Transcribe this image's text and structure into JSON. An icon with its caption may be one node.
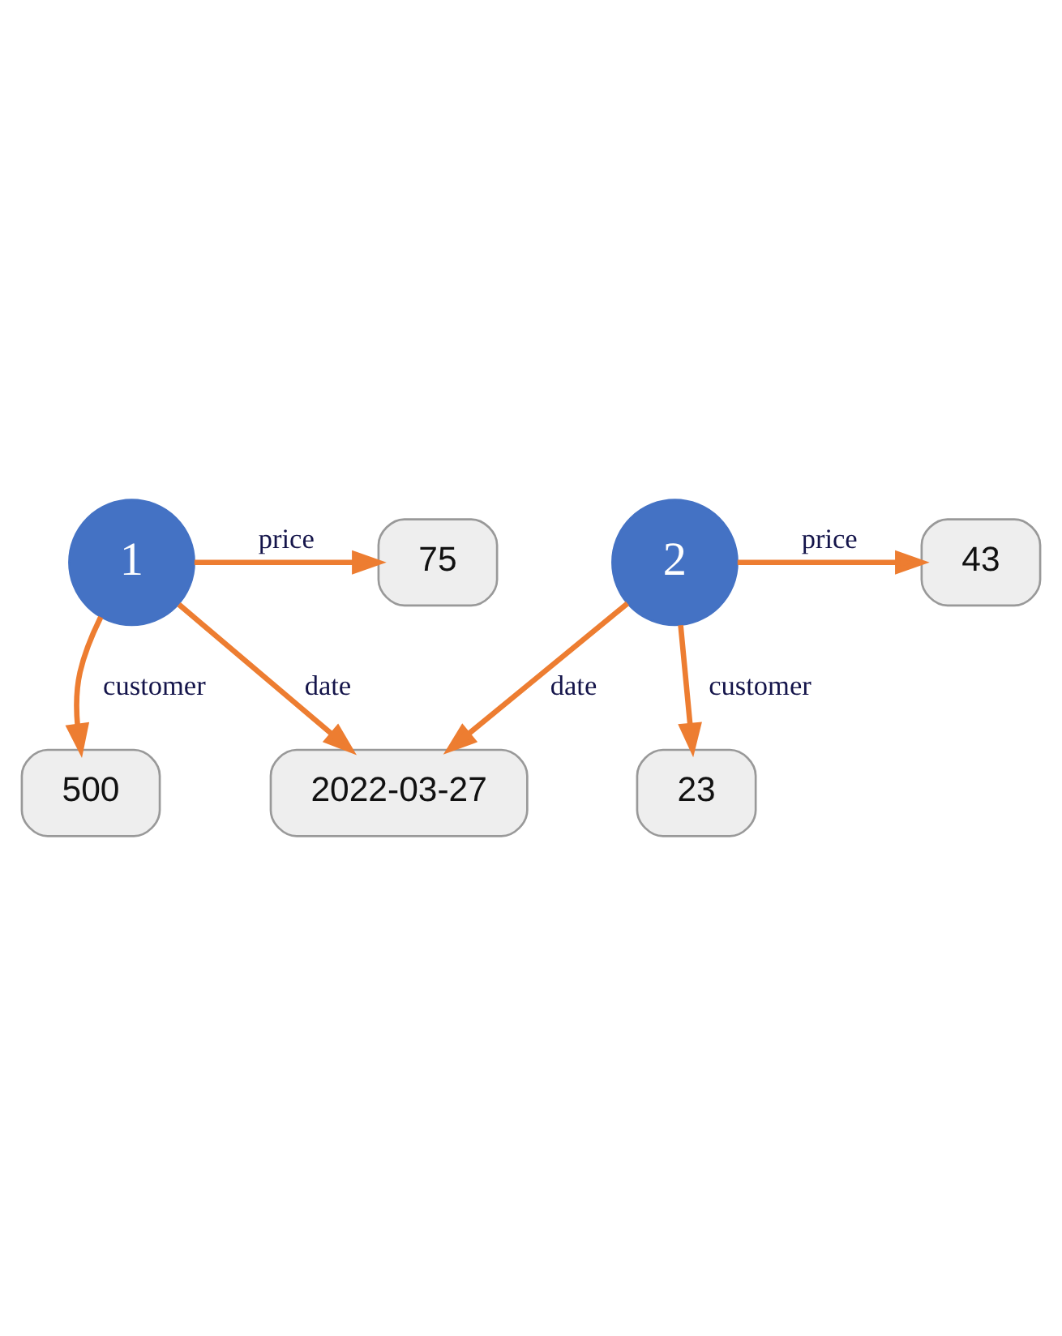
{
  "diagram": {
    "nodes": [
      {
        "text": [
          "1"
        ]
      },
      {
        "text": [
          "75"
        ]
      },
      {
        "text": [
          "500"
        ]
      },
      {
        "text": [
          "2022-03-27"
        ]
      },
      {
        "text": [
          "2"
        ]
      },
      {
        "text": [
          "43"
        ]
      },
      {
        "text": [
          "23"
        ]
      }
    ],
    "edges": [
      {
        "from": 0,
        "to": 1,
        "arrow": "to",
        "label": "price"
      },
      {
        "from": 0,
        "to": 2,
        "arrow": "to",
        "label": "customer"
      },
      {
        "from": 0,
        "to": 3,
        "arrow": "to",
        "label": "date"
      },
      {
        "from": 4,
        "to": 3,
        "arrow": "to",
        "label": "date"
      },
      {
        "from": 4,
        "to": 6,
        "arrow": "to",
        "label": "customer"
      },
      {
        "from": 4,
        "to": 5,
        "arrow": "to",
        "label": "price"
      }
    ]
  }
}
